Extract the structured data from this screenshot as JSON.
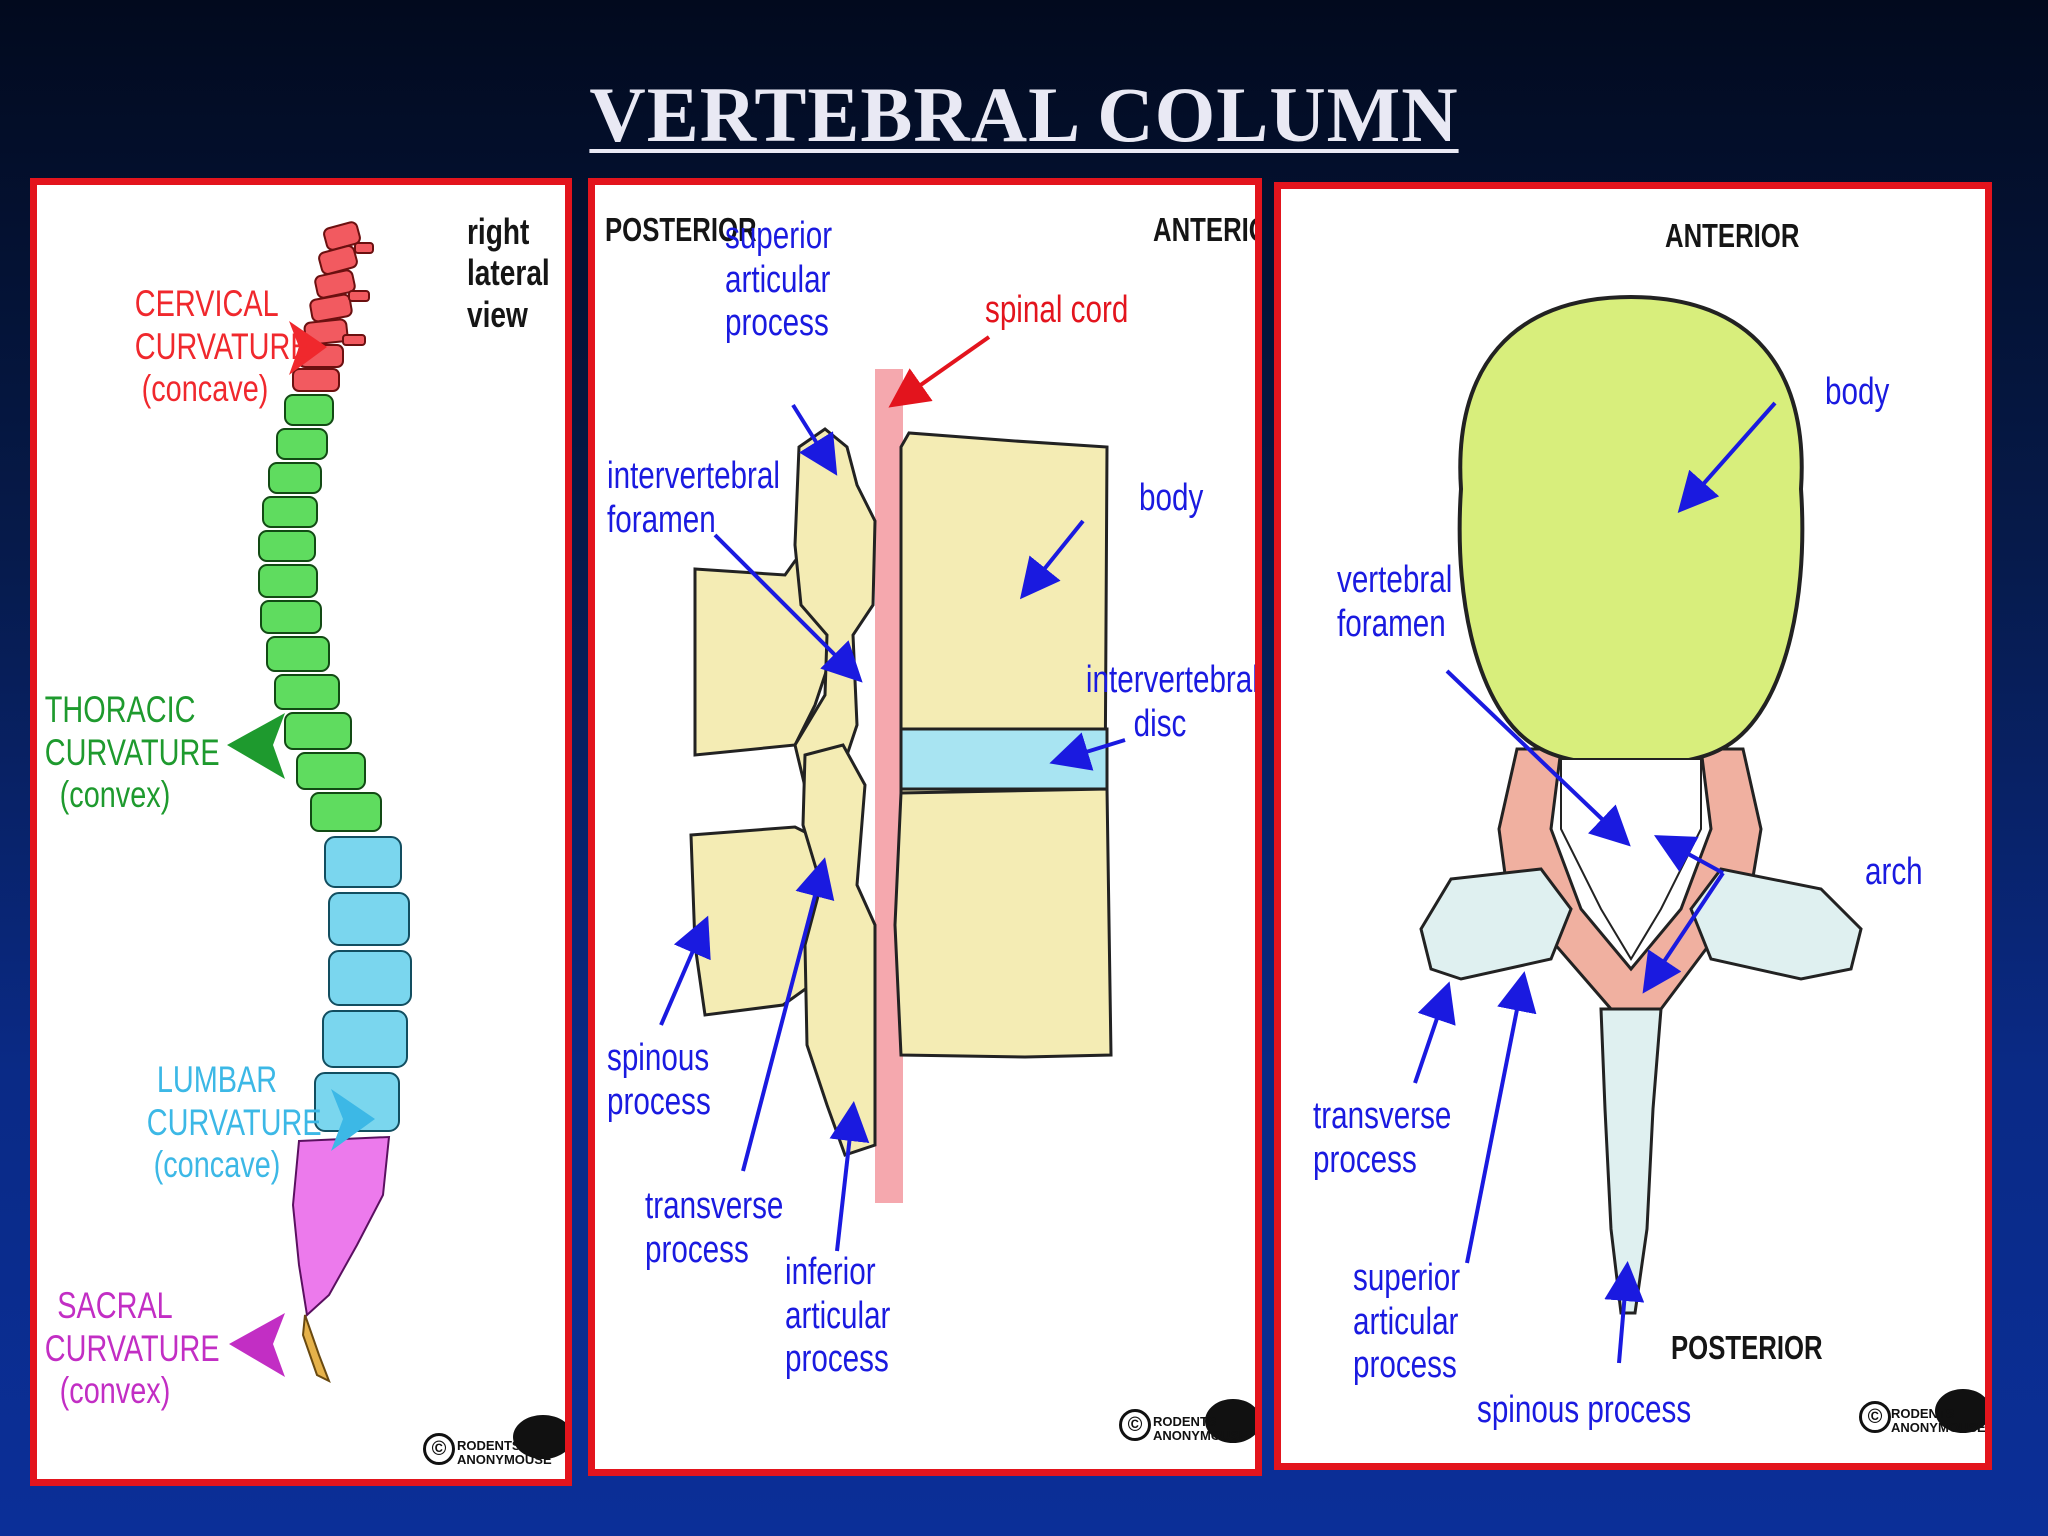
{
  "title": "VERTEBRAL COLUMN",
  "panel1": {
    "view_label": [
      "right",
      "lateral",
      "view"
    ],
    "curvatures": [
      {
        "name": "CERVICAL",
        "sub": "CURVATURE",
        "type": "(concave)",
        "color": "#f0282d"
      },
      {
        "name": "THORACIC",
        "sub": "CURVATURE",
        "type": "(convex)",
        "color": "#1e9a2e"
      },
      {
        "name": "LUMBAR",
        "sub": "CURVATURE",
        "type": "(concave)",
        "color": "#3cb8e6"
      },
      {
        "name": "SACRAL",
        "sub": "CURVATURE",
        "type": "(convex)",
        "color": "#c22ec4"
      }
    ],
    "credit": [
      "RODENTS",
      "ANONYMOUSE"
    ]
  },
  "panel2": {
    "posterior": "POSTERIOR",
    "anterior": "ANTERIOR",
    "superior_articular_process": [
      "superior",
      "articular",
      "process"
    ],
    "spinal_cord": "spinal cord",
    "intervertebral_foramen": [
      "intervertebral",
      "foramen"
    ],
    "body": "body",
    "intervertebral_disc": [
      "intervertebral",
      "disc"
    ],
    "spinous_process": [
      "spinous",
      "process"
    ],
    "transverse_process": [
      "transverse",
      "process"
    ],
    "inferior_articular_process": [
      "inferior",
      "articular",
      "process"
    ],
    "credit": [
      "RODENTS",
      "ANONYMOUSE"
    ]
  },
  "panel3": {
    "anterior": "ANTERIOR",
    "body": "body",
    "vertebral_foramen": [
      "vertebral",
      "foramen"
    ],
    "arch": "arch",
    "transverse_process": [
      "transverse",
      "process"
    ],
    "superior_articular_process": [
      "superior",
      "articular",
      "process"
    ],
    "posterior": "POSTERIOR",
    "spinous_process": "spinous process",
    "credit": [
      "RODENTS",
      "ANONYMOUSE"
    ]
  },
  "colors": {
    "frame": "#e3141d",
    "label_blue": "#1a1ae0",
    "bone": "#f4ecb4",
    "disc": "#a8e4f2",
    "cord": "#f5a8ae",
    "body_green": "#d8ee7c"
  }
}
